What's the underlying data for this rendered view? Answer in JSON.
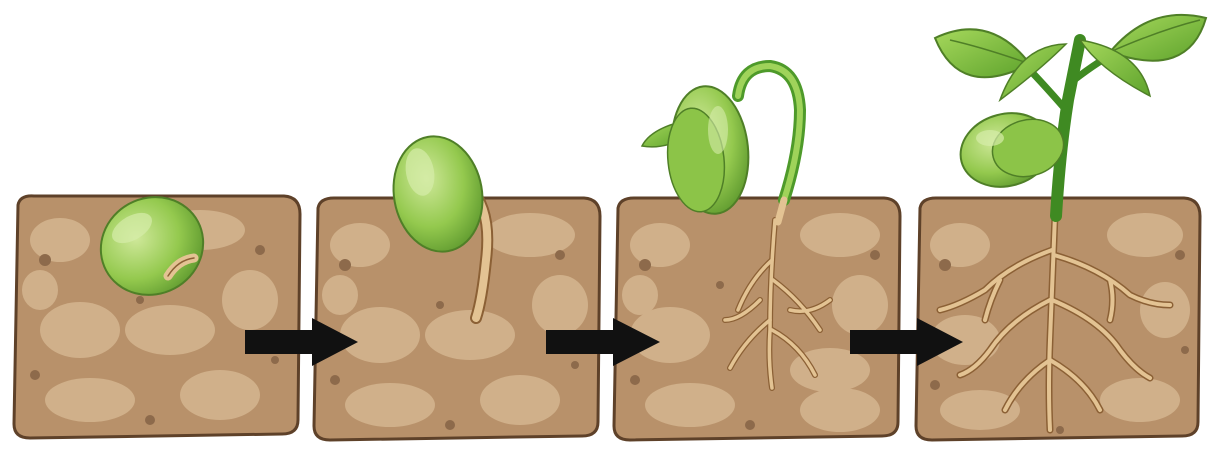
{
  "diagram": {
    "kind": "seed-germination-stages",
    "stage_count": 4,
    "stages": [
      {
        "stage": 1,
        "depicts": "seed",
        "icon": "bean-seed-icon"
      },
      {
        "stage": 2,
        "depicts": "seed-with-radicle",
        "icon": "sprouting-seed-icon"
      },
      {
        "stage": 3,
        "depicts": "seedling-with-hooked-shoot-and-roots",
        "icon": "seedling-icon"
      },
      {
        "stage": 4,
        "depicts": "young-plant-with-leaves-and-roots",
        "icon": "young-plant-icon"
      }
    ],
    "arrow_count": 3,
    "colors": {
      "background": "#ffffff",
      "soil_fill": "#b8916a",
      "soil_outline": "#5e4129",
      "soil_light": "#d0b08a",
      "soil_dark": "#8d6a4b",
      "seed_green": "#94c94e",
      "seed_dark": "#5f9a2f",
      "leaf_green": "#7bbf3f",
      "stem_green": "#4e9a2a",
      "root": "#e3c393",
      "root_outline": "#8b6035",
      "arrow": "#111111"
    }
  }
}
